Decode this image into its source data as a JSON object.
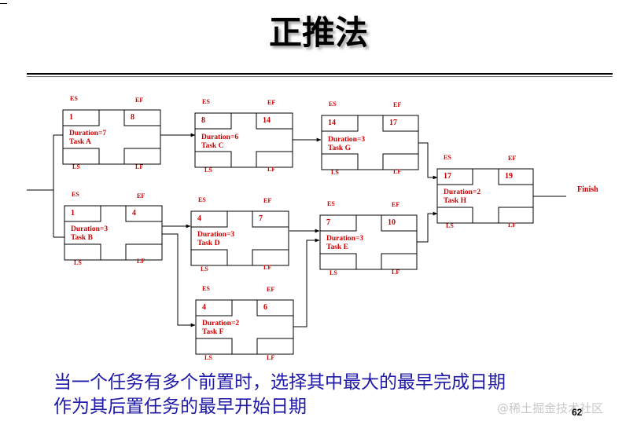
{
  "slide": {
    "title": "正推法",
    "footer_line1": "当一个任务有多个前置时，选择其中最大的最早完成日期",
    "footer_line2": "作为其后置任务的最早开始日期",
    "watermark": "@稀土掘金技术社区",
    "page_number": "62",
    "finish_label": "Finish"
  },
  "labels": {
    "es": "ES",
    "ef": "EF",
    "ls": "LS",
    "lf": "LF"
  },
  "tasks": {
    "a": {
      "es": "1",
      "ef": "8",
      "duration": "Duration=7",
      "name": "Task A"
    },
    "b": {
      "es": "1",
      "ef": "4",
      "duration": "Duration=3",
      "name": "Task B"
    },
    "c": {
      "es": "8",
      "ef": "14",
      "duration": "Duration=6",
      "name": "Task C"
    },
    "d": {
      "es": "4",
      "ef": "7",
      "duration": "Duration=3",
      "name": "Task D"
    },
    "f": {
      "es": "4",
      "ef": "6",
      "duration": "Duration=2",
      "name": "Task F"
    },
    "g": {
      "es": "14",
      "ef": "17",
      "duration": "Duration=3",
      "name": "Task G"
    },
    "e": {
      "es": "7",
      "ef": "10",
      "duration": "Duration=3",
      "name": "Task E"
    },
    "h": {
      "es": "17",
      "ef": "19",
      "duration": "Duration=2",
      "name": "Task H"
    }
  },
  "colors": {
    "label_red": "#cc0000",
    "footer_blue": "#1f1aa8"
  }
}
